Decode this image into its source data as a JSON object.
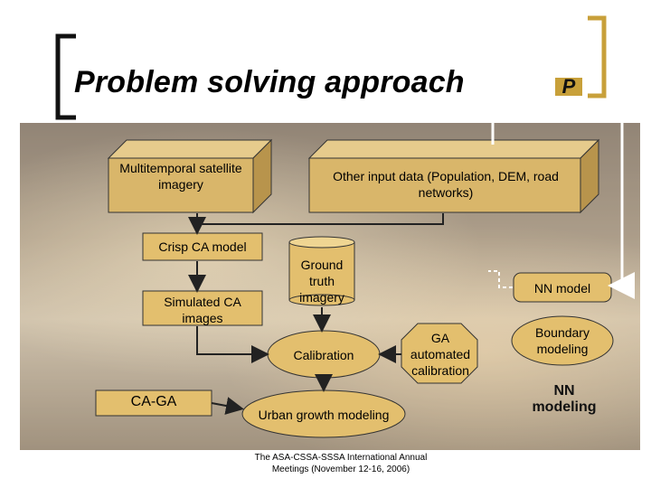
{
  "title": "Problem solving approach",
  "nodes": {
    "satellite": "Multitemporal satellite imagery",
    "other_input": "Other input data (Population, DEM, road networks)",
    "crisp_ca": "Crisp CA model",
    "ground_truth": "Ground truth imagery",
    "nn_model": "NN model",
    "simulated": "Simulated CA images",
    "calibration": "Calibration",
    "ga": "GA automated calibration",
    "boundary": "Boundary modeling",
    "ca_ga": "CA-GA",
    "urban": "Urban growth modeling",
    "nn_modeling": "NN modeling"
  },
  "footer": "The ASA-CSSA-SSSA International Annual Meetings (November 12-16, 2006)",
  "logo": "P",
  "colors": {
    "box_fill": "#d9b66a",
    "box_dark": "#b8944c",
    "node_fill": "#e3bf6e",
    "border": "#333333",
    "bracket": "#111111",
    "bracket_gold": "#c8a03a"
  }
}
